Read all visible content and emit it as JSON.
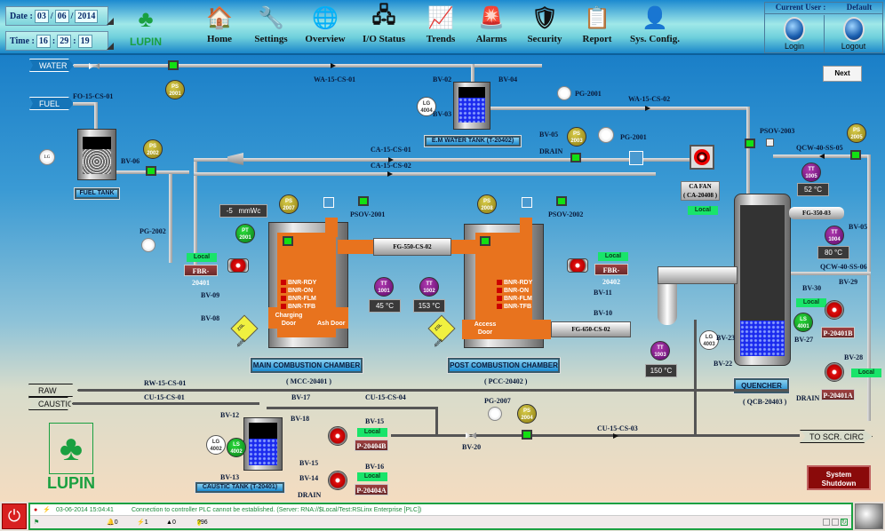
{
  "header": {
    "date_label": "Date :",
    "date": {
      "day": "03",
      "month": "06",
      "year": "2014"
    },
    "time_label": "Time :",
    "time": {
      "hour": "16",
      "minute": "29",
      "second": "19"
    },
    "brand": "LUPIN",
    "nav": [
      {
        "label": "Home",
        "icon": "home-icon"
      },
      {
        "label": "Settings",
        "icon": "tools-icon"
      },
      {
        "label": "Overview",
        "icon": "globe-icon"
      },
      {
        "label": "I/O Status",
        "icon": "network-icon"
      },
      {
        "label": "Trends",
        "icon": "trends-icon"
      },
      {
        "label": "Alarms",
        "icon": "alarm-beacon-icon"
      },
      {
        "label": "Security",
        "icon": "shield-icon"
      },
      {
        "label": "Report",
        "icon": "report-icon"
      },
      {
        "label": "Sys. Config.",
        "icon": "user-config-icon"
      }
    ],
    "user": {
      "label": "Current User :",
      "value": "Default",
      "login": "Login",
      "logout": "Logout"
    }
  },
  "buttons": {
    "next": "Next",
    "shutdown_line1": "System",
    "shutdown_line2": "Shutdown"
  },
  "inlets": {
    "water": "WATER",
    "fuel_oil": "FUEL OIL",
    "raw_water": "RAW WATER",
    "caustic": "CAUSTIC",
    "to_scr": "TO SCR. CIRC TANK"
  },
  "lines": {
    "fo": "FO-15-CS-01",
    "wa1": "WA-15-CS-01",
    "wa2": "WA-15-CS-02",
    "ca1": "CA-15-CS-01",
    "ca2": "CA-15-CS-02",
    "fg550": "FG-550-CS-02",
    "fg650": "FG-650-CS-02",
    "fg350": "FG-350-03",
    "qcw05": "QCW-40-SS-05",
    "qcw06": "QCW-40-SS-06",
    "rw": "RW-15-CS-01",
    "cu1": "CU-15-CS-01",
    "cu4": "CU-15-CS-04",
    "cu3": "CU-15-CS-03"
  },
  "valves": {
    "bv02": "BV-02",
    "bv03": "BV-03",
    "bv04": "BV-04",
    "bv05": "BV-05",
    "bv06": "BV-06",
    "bv08": "BV-08",
    "bv09": "BV-09",
    "bv10": "BV-10",
    "bv11": "BV-11",
    "bv12": "BV-12",
    "bv13": "BV-13",
    "bv14": "BV-14",
    "bv15": "BV-15",
    "bv16": "BV-16",
    "bv17": "BV-17",
    "bv18": "BV-18",
    "bv19": "BV-15",
    "bv20": "BV-20",
    "bv22": "BV-22",
    "bv23": "BV-23",
    "bv27": "BV-27",
    "bv28": "BV-28",
    "bv29": "BV-29",
    "bv30": "BV-30",
    "bv85": "BV-05",
    "psov2001": "PSOV-2001",
    "psov2002": "PSOV-2002",
    "psov2003": "PSOV-2003",
    "drain": "DRAIN"
  },
  "instruments": {
    "ps2001": [
      "PS",
      "2001"
    ],
    "ps2002": [
      "PS",
      "2002"
    ],
    "ps2003": [
      "PS",
      "2003"
    ],
    "ps2004": [
      "PS",
      "2004"
    ],
    "ps2005": [
      "PS",
      "2005"
    ],
    "ps2007": [
      "PS",
      "2007"
    ],
    "ps2008": [
      "PS",
      "2008"
    ],
    "tt1001": [
      "TT",
      "1001"
    ],
    "tt1002": [
      "TT",
      "1002"
    ],
    "tt1003": [
      "TT",
      "1003"
    ],
    "tt1004": [
      "TT",
      "1004"
    ],
    "tt1005": [
      "TT",
      "1005"
    ],
    "pt2001": [
      "PT",
      "2001"
    ],
    "lg": "LG",
    "lg4004": [
      "LG",
      "4004"
    ],
    "lg4003": [
      "LG",
      "4003"
    ],
    "lg4002": [
      "LG",
      "4002"
    ],
    "ls4001": [
      "LS",
      "4001"
    ],
    "ls4002": [
      "LS",
      "4002"
    ],
    "zsl4008": [
      "ZSL",
      "4008"
    ],
    "zsl4009": [
      "ZSL",
      "4009"
    ],
    "pg2001": "PG-2001",
    "pg2002": "PG-2002",
    "pg2007": "PG-2007"
  },
  "readouts": {
    "pressure": "-5",
    "pressure_unit": "mmWc",
    "tt1001": "45 °C",
    "tt1002": "153 °C",
    "tt1003": "150 °C",
    "tt1004": "80 °C",
    "tt1005": "52 °C"
  },
  "equipment": {
    "fuel_tank": "FUEL TANK",
    "em_tank": "E.M WATER TANK (T-20402)",
    "ca_fan": "CA FAN",
    "ca_fan_tag": "( CA-20408 )",
    "mcc": "MAIN COMBUSTION CHAMBER",
    "mcc_tag": "( MCC-20401 )",
    "pcc": "POST COMBUSTION CHAMBER",
    "pcc_tag": "( PCC-20402 )",
    "quencher": "QUENCHER",
    "quencher_tag": "( QCB-20403 )",
    "caustic_tank": "CAUSTIC TANK (T-20401)",
    "fbr1": "FBR-20401",
    "fbr2": "FBR-20402",
    "p401a": "P-20401A",
    "p401b": "P-20401B",
    "p404a": "P-20404A",
    "p404b": "P-20404B",
    "local": "Local",
    "charging_door": "Charging Door",
    "ash_door": "Ash Door",
    "access_door": "Access Door",
    "bnr": [
      "BNR-RDY",
      "BNR-ON",
      "BNR-FLM",
      "BNR-TFB"
    ]
  },
  "status": {
    "timestamp": "03-06-2014 15:04:41",
    "message": "Connection to controller PLC cannot be established. (Server: RNA://$Local/Test:RSLinx Enterprise [PLC])",
    "count_bell": "0",
    "count_fault": "1",
    "count_warn": "0",
    "count_unack": "96"
  }
}
